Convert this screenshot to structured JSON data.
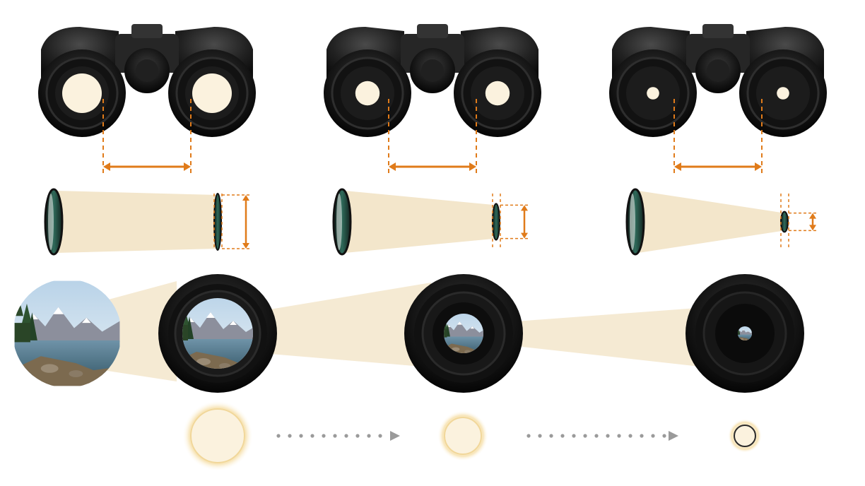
{
  "panels": [
    {
      "id": "wide",
      "pupil_ratio": 1.0
    },
    {
      "id": "medium",
      "pupil_ratio": 0.55
    },
    {
      "id": "narrow",
      "pupil_ratio": 0.2
    }
  ],
  "colors": {
    "accent": "#e07b1a",
    "beam": "#f3e6cb",
    "pupil": "#fbf2de",
    "body": "#1f1f1f",
    "body_light": "#3a3a3a",
    "arrow_dots": "#9a9a9a",
    "glass": "#2f6a5a"
  },
  "icons": {
    "binocular": "binoculars-icon",
    "lens": "objective-lens-icon",
    "eyepiece": "eyepiece-icon",
    "scene": "mountain-lake-icon",
    "arrow": "dotted-arrow-icon"
  }
}
